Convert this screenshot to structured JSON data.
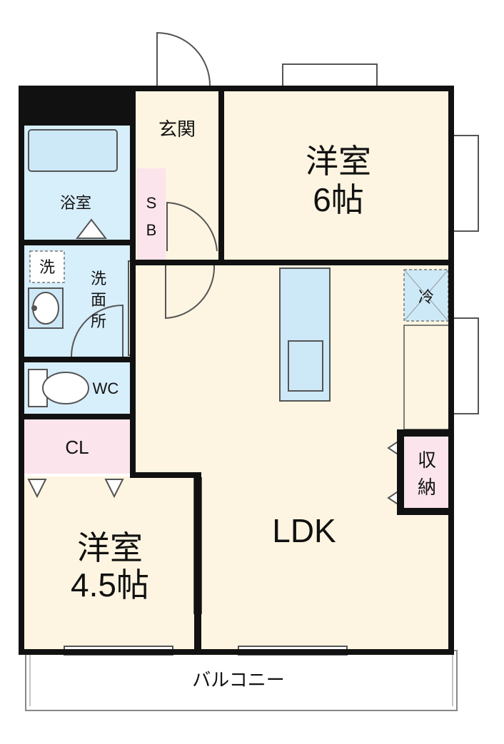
{
  "colors": {
    "wall": "#111111",
    "floor_cream": "#fdf5e1",
    "wet_blue": "#d7eefb",
    "storage_pink": "#fbe4ec",
    "fixture_blue": "#cde9f7",
    "outline_gray": "#555555"
  },
  "rooms": {
    "genkan": "玄関",
    "sb": [
      "S",
      "B"
    ],
    "yoshitsu_6": [
      "洋室",
      "6帖"
    ],
    "bath": "浴室",
    "sento": [
      "洗",
      "面",
      "所"
    ],
    "washer": "洗",
    "wc": "WC",
    "cl": "CL",
    "yoshitsu_45": [
      "洋室",
      "4.5帖"
    ],
    "ldk": "LDK",
    "fridge": "冷",
    "shuno": [
      "収",
      "納"
    ],
    "balcony": "バルコニー"
  }
}
